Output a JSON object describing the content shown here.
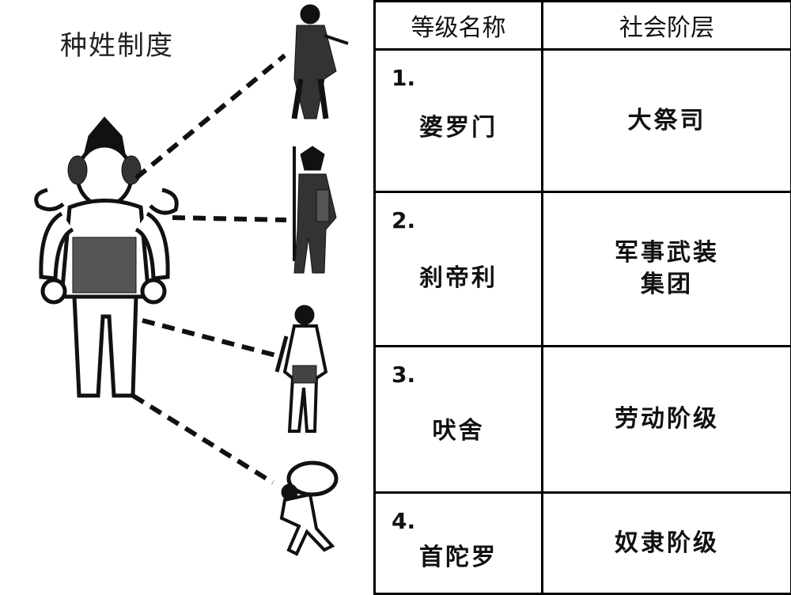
{
  "title": "种姓制度",
  "table": {
    "headers": [
      "等级名称",
      "社会阶层"
    ],
    "rows": [
      {
        "num": "1.",
        "name": "婆罗门",
        "class_lines": [
          "大祭司"
        ]
      },
      {
        "num": "2.",
        "name": "刹帝利",
        "class_lines": [
          "军事武装",
          "集团"
        ]
      },
      {
        "num": "3.",
        "name": "吠舍",
        "class_lines": [
          "劳动阶级"
        ]
      },
      {
        "num": "4.",
        "name": "首陀罗",
        "class_lines": [
          "奴隶阶级"
        ]
      }
    ]
  }
}
